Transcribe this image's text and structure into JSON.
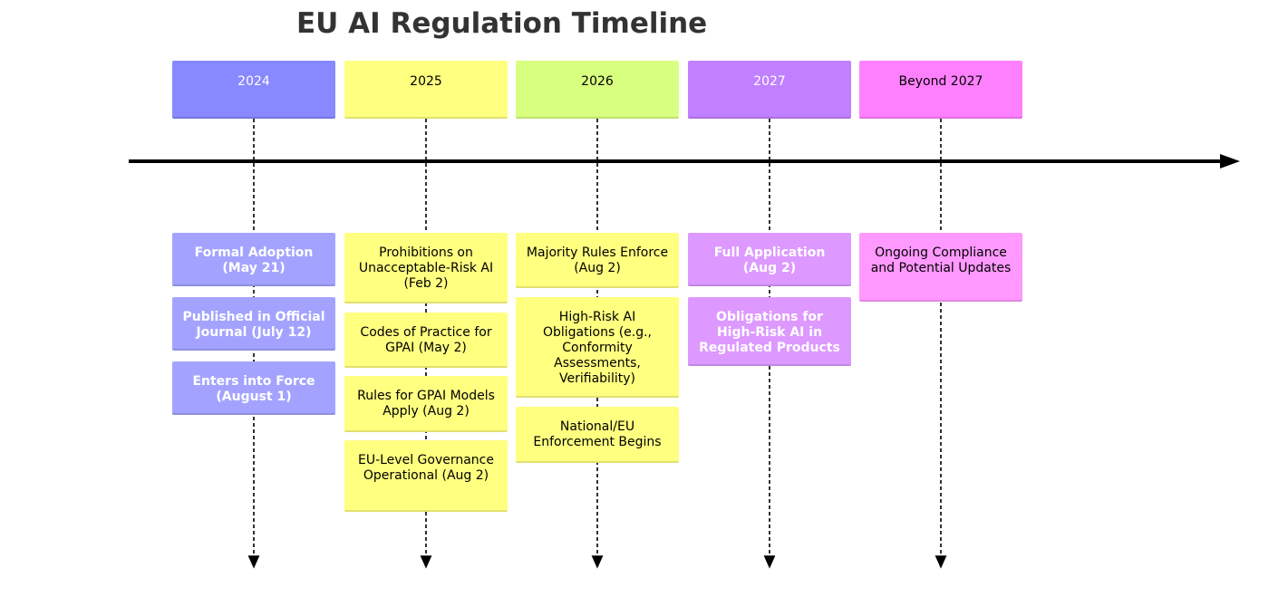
{
  "title": "EU AI Regulation Timeline",
  "periods": [
    {
      "label": "2024",
      "fill": "#8888ff",
      "text_color": "#ffffff",
      "event_fill": "#a3a3ff",
      "event_text_color": "#ffffff",
      "events": [
        "Formal Adoption (May 21)",
        "Published in Official Journal (July 12)",
        "Enters into Force (August 1)"
      ]
    },
    {
      "label": "2025",
      "fill": "#ffff80",
      "text_color": "#000000",
      "event_fill": "#ffff80",
      "event_text_color": "#000000",
      "events": [
        "Prohibitions on Unacceptable-Risk AI (Feb 2)",
        "Codes of Practice for GPAI (May 2)",
        "Rules for GPAI Models Apply (Aug 2)",
        "EU-Level Governance Operational (Aug 2)"
      ]
    },
    {
      "label": "2026",
      "fill": "#d9ff80",
      "text_color": "#000000",
      "event_fill": "#ffff80",
      "event_text_color": "#000000",
      "events": [
        "Majority Rules Enforce (Aug 2)",
        "High-Risk AI Obligations (e.g., Conformity Assessments, Verifiability)",
        "National/EU Enforcement Begins"
      ]
    },
    {
      "label": "2027",
      "fill": "#c080ff",
      "text_color": "#ffffff",
      "event_fill": "#dd99ff",
      "event_text_color": "#ffffff",
      "events": [
        "Full Application (Aug 2)",
        "Obligations for High-Risk AI in Regulated Products"
      ]
    },
    {
      "label": "Beyond 2027",
      "fill": "#ff80ff",
      "text_color": "#000000",
      "event_fill": "#ff99ff",
      "event_text_color": "#000000",
      "events": [
        "Ongoing Compliance and Potential Updates"
      ]
    }
  ]
}
